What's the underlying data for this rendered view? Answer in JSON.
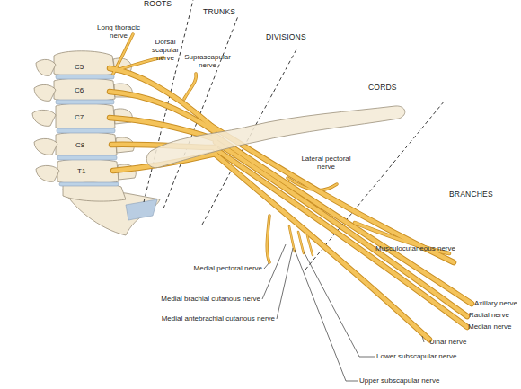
{
  "diagram": {
    "labels": [
      "ROOTS",
      "TRUNKS",
      "DIVISIONS",
      "CORDS",
      "BRANCHES",
      "Long thoracic nerve",
      "Dorsal scapular nerve",
      "Suprascapular nerve",
      "C5",
      "C6",
      "C7",
      "C8",
      "T1",
      "Lateral pectoral nerve",
      "Musculocutaneous nerve",
      "Axillary nerve",
      "Radial nerve",
      "Median nerve",
      "Ulnar nerve",
      "Lower subscapular nerve",
      "Upper subscapular nerve",
      "Medial pectoral nerve",
      "Medial brachial cutanous nerve",
      "Medial antebrachial cutanous nerve"
    ]
  }
}
